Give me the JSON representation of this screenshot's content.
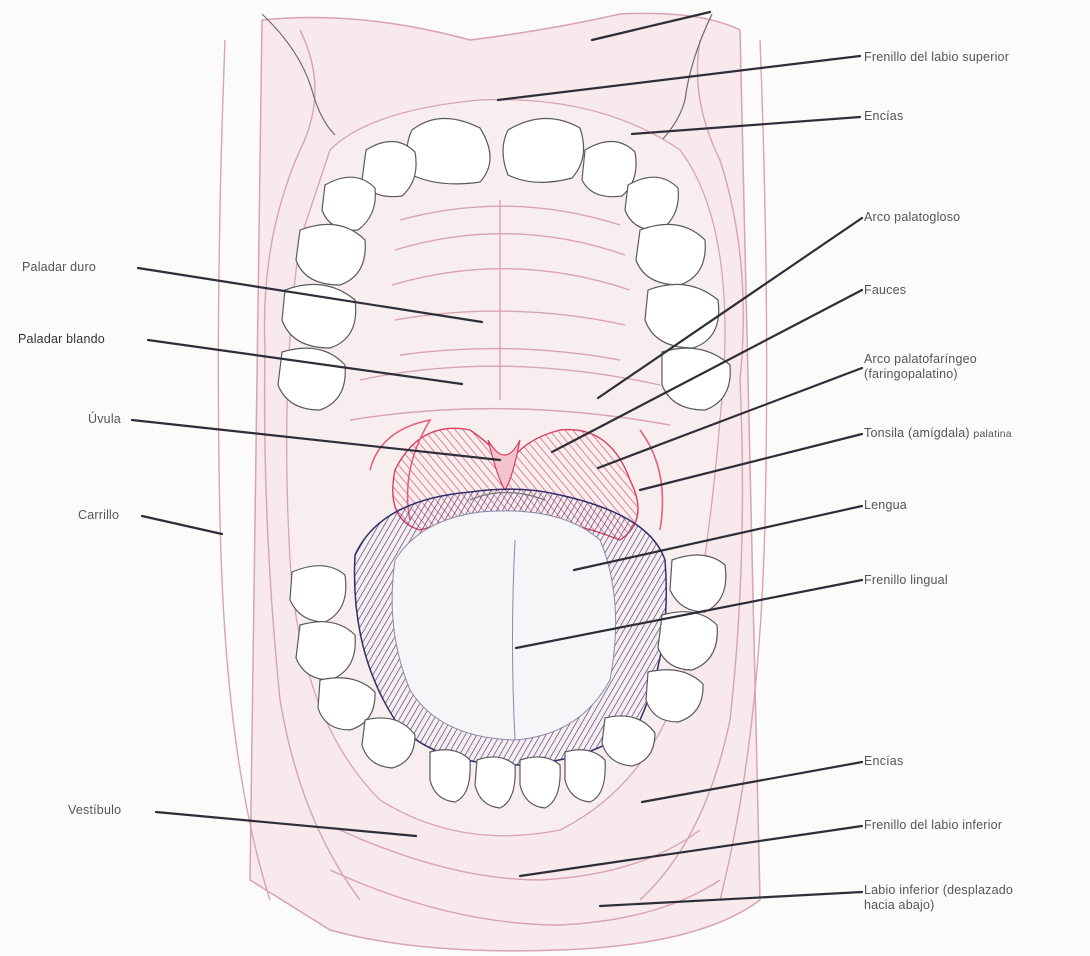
{
  "labels": {
    "frenillo_labio_superior": "Frenillo del labio superior",
    "encias_sup": "Encías",
    "arco_palatogloso": "Arco palatogloso",
    "fauces": "Fauces",
    "arco_palatofaringeo_1": "Arco palatofaríngeo",
    "arco_palatofaringeo_2": "(faringopalatino)",
    "tonsila_1": "Tonsila (amígdala)",
    "tonsila_2": "palatina",
    "lengua": "Lengua",
    "frenillo_lingual": "Frenillo lingual",
    "encias_inf": "Encías",
    "frenillo_labio_inferior": "Frenillo del labio inferior",
    "labio_inferior_1": "Labio inferior (desplazado",
    "labio_inferior_2": "hacia abajo)",
    "paladar_duro": "Paladar duro",
    "paladar_blando": "Paladar blando",
    "uvula": "Úvula",
    "carrillo": "Carrillo",
    "vestibulo": "Vestíbulo"
  },
  "colors": {
    "mucosa": "#f6e6ea",
    "mucosa_line": "#d9a3b1",
    "tonsil_red": "#e04a6a",
    "tongue_blue": "#4a4a8a",
    "leader": "#2e2e3a"
  }
}
